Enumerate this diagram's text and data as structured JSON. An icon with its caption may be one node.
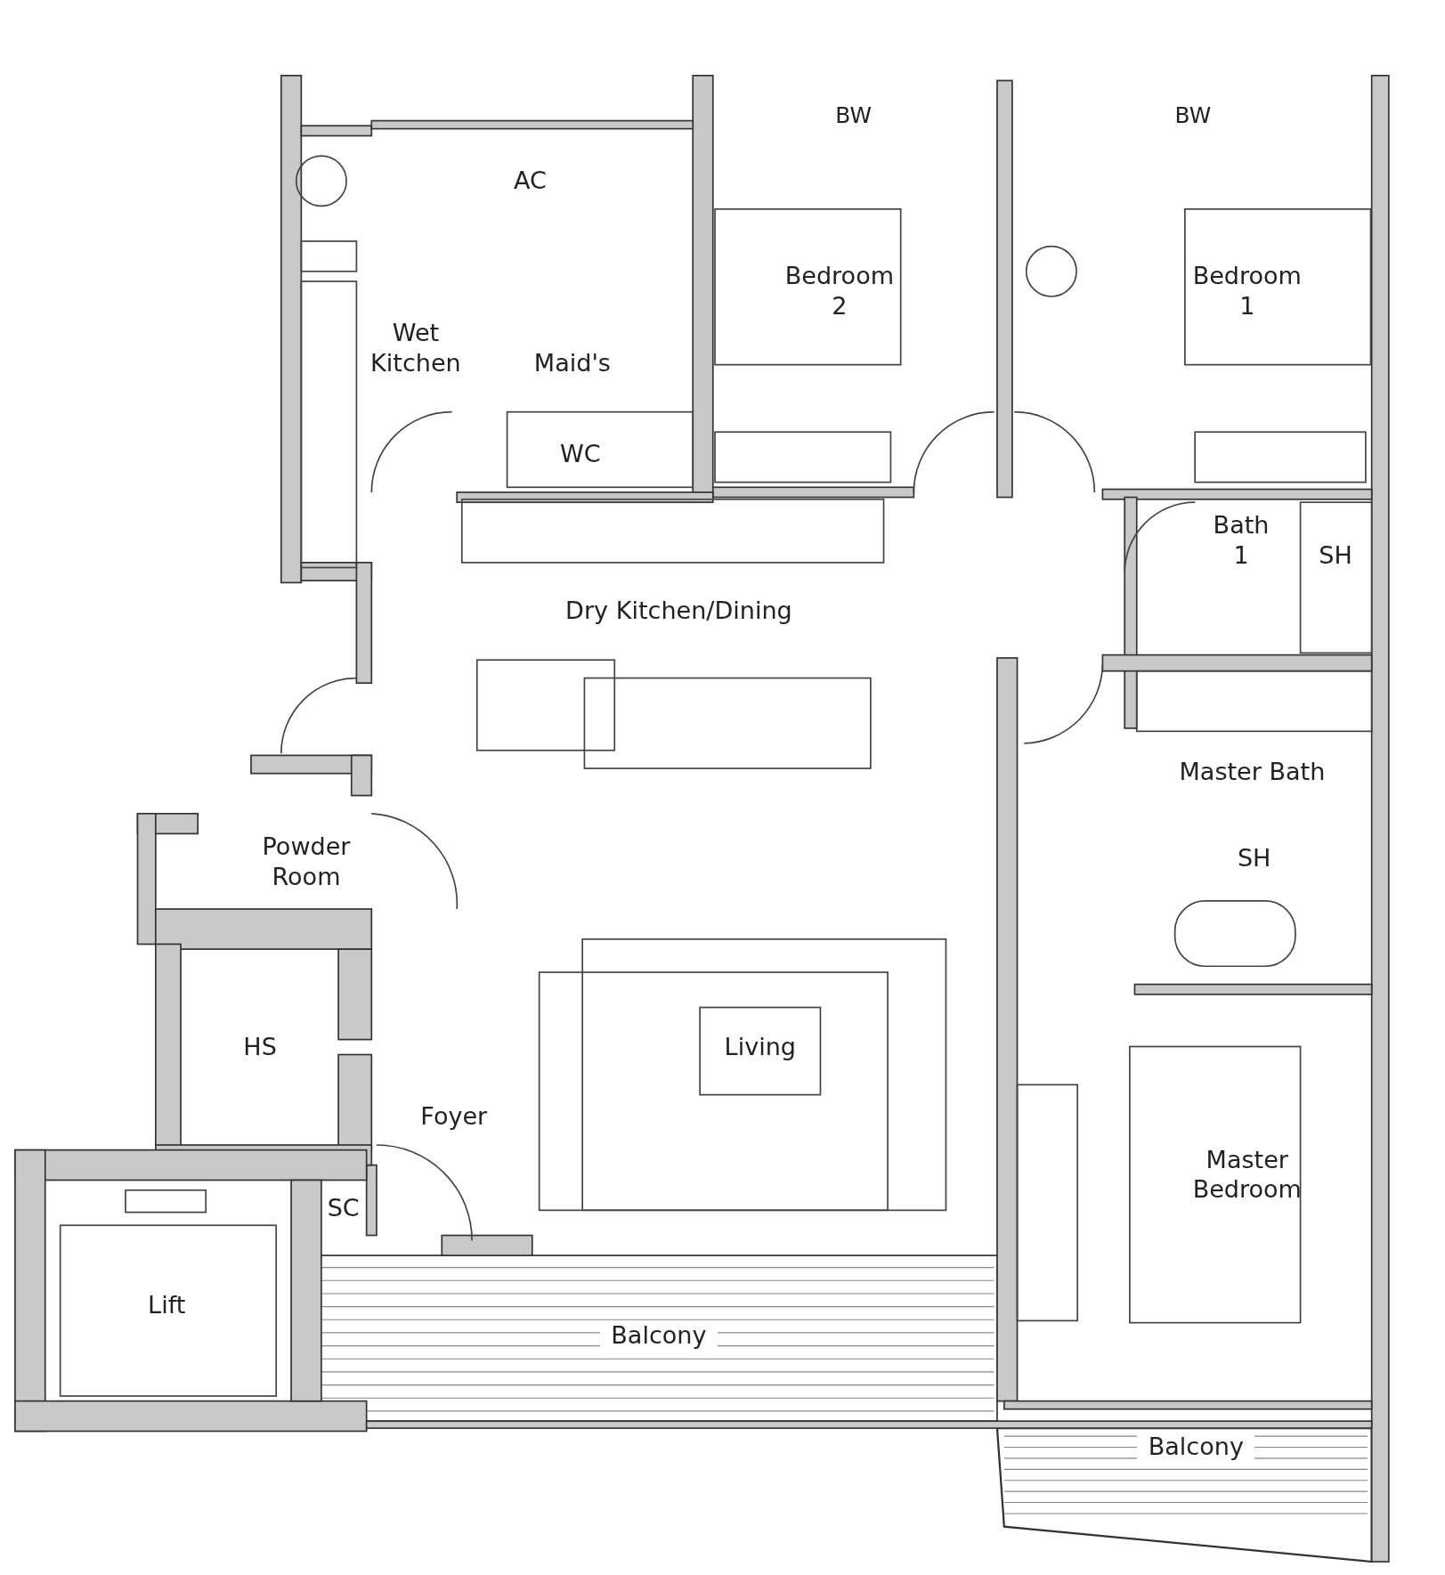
{
  "diagram": {
    "labels": [
      "BW",
      "BW",
      "AC",
      "Bedroom 2",
      "Bedroom 1",
      "Wet Kitchen",
      "Maid's",
      "WC",
      "Bath 1",
      "SH",
      "Dry Kitchen/Dining",
      "Master Bath",
      "Powder Room",
      "SH",
      "HS",
      "Living",
      "Foyer",
      "Master Bedroom",
      "SC",
      "Lift",
      "Balcony",
      "Balcony"
    ]
  }
}
